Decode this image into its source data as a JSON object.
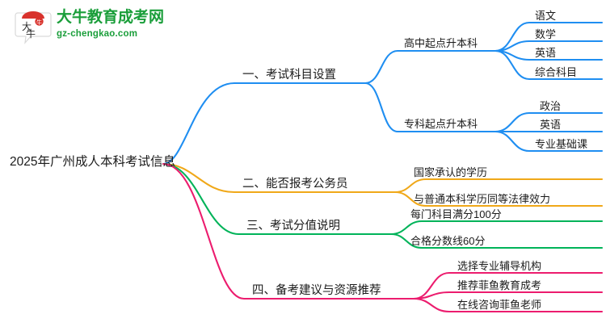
{
  "logo": {
    "icon": "speech-bubble-logo-icon",
    "title": "大牛教育成考网",
    "domain": "gz-chengkao.com",
    "brand_green": "#1a9e3a",
    "brand_red": "#d8322c"
  },
  "mindmap": {
    "root": "2025年广州成人本科考试信息",
    "colors": {
      "branch1": "#1f8ef1",
      "branch2": "#f0a819",
      "branch3": "#00b359",
      "branch4": "#ec1c6e"
    },
    "branches": [
      {
        "label": "一、考试科目设置",
        "color": "#1f8ef1",
        "children": [
          {
            "label": "高中起点升本科",
            "children": [
              {
                "label": "语文"
              },
              {
                "label": "数学"
              },
              {
                "label": "英语"
              },
              {
                "label": "综合科目"
              }
            ]
          },
          {
            "label": "专科起点升本科",
            "children": [
              {
                "label": "政治"
              },
              {
                "label": "英语"
              },
              {
                "label": "专业基础课"
              }
            ]
          }
        ]
      },
      {
        "label": "二、能否报考公务员",
        "color": "#f0a819",
        "children": [
          {
            "label": "国家承认的学历",
            "children": []
          },
          {
            "label": "与普通本科学历同等法律效力",
            "children": []
          }
        ]
      },
      {
        "label": "三、考试分值说明",
        "color": "#00b359",
        "children": [
          {
            "label": "每门科目满分100分",
            "children": []
          },
          {
            "label": "合格分数线60分",
            "children": []
          }
        ]
      },
      {
        "label": "四、备考建议与资源推荐",
        "color": "#ec1c6e",
        "children": [
          {
            "label": "选择专业辅导机构",
            "children": []
          },
          {
            "label": "推荐菲鱼教育成考",
            "children": []
          },
          {
            "label": "在线咨询菲鱼老师",
            "children": []
          }
        ]
      }
    ]
  }
}
